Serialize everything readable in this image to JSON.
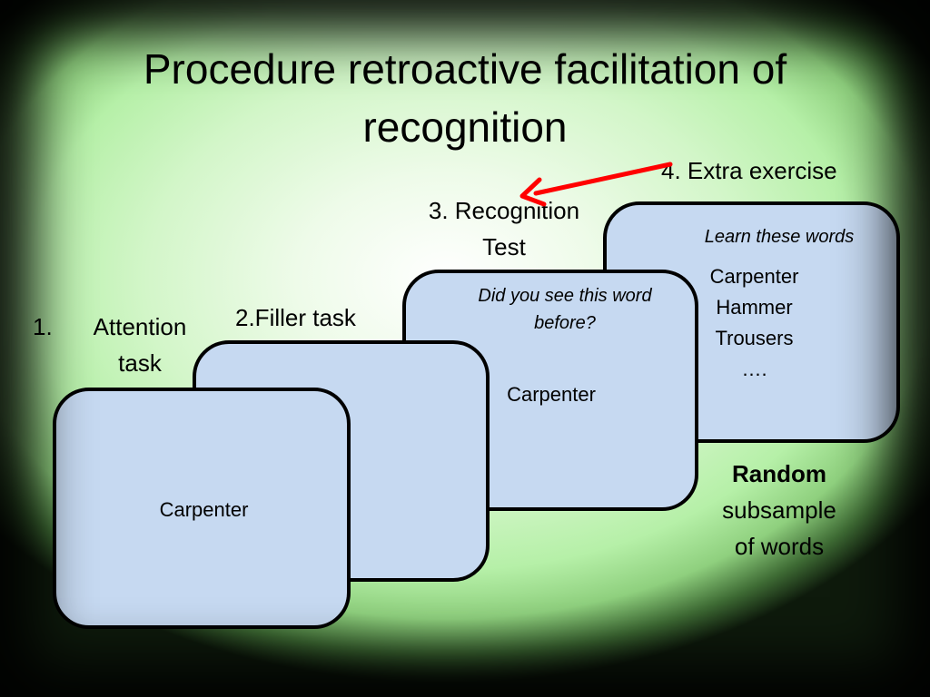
{
  "slide": {
    "title": "Procedure retroactive facilitation of recognition",
    "step4_label": "4. Extra exercise",
    "step3_label_line1": "3. Recognition",
    "step3_label_line2": "Test",
    "step2_label": "2.Filler task",
    "step1_number": "1.",
    "step1_label_line1": "Attention",
    "step1_label_line2": "task",
    "card4_instruction": "Learn these words",
    "card4_words": [
      "Carpenter",
      "Hammer",
      "Trousers",
      "…."
    ],
    "card3_instruction_line1": "Did you see this word",
    "card3_instruction_line2": "before?",
    "card3_word": "Carpenter",
    "card1_word": "Carpenter",
    "random_bold": "Random",
    "random_line2": "subsample",
    "random_line3": "of words"
  },
  "colors": {
    "card_fill": "#c6d9f1",
    "arrow": "#ff0000",
    "background_center": "#ffffff",
    "background_edge": "#8fd07e"
  },
  "icons": {
    "arrow": "red-arrow-icon"
  }
}
